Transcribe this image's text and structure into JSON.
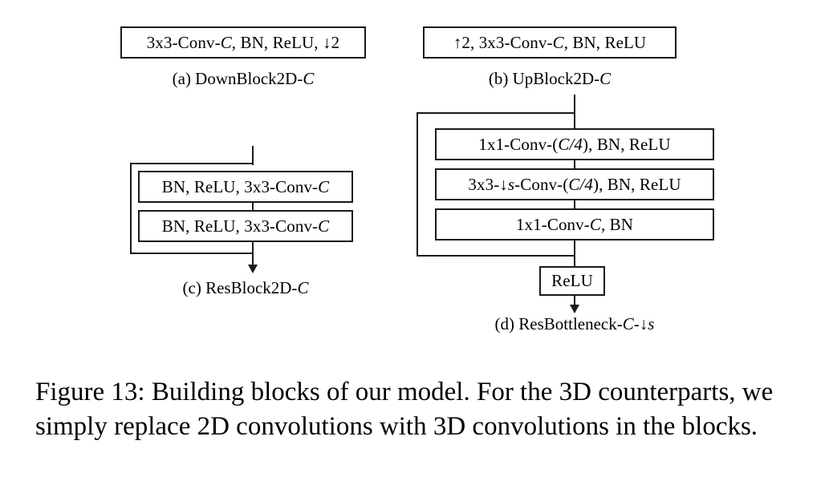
{
  "figure": {
    "caption": "Figure 13: Building blocks of our model. For the 3D counterparts, we simply replace 2D convolutions with 3D convolutions in the blocks."
  },
  "colors": {
    "line": "#1a1a1a",
    "background": "#ffffff",
    "text": "#000000"
  },
  "panels": {
    "a": {
      "label": "(a) DownBlock2D-C",
      "box_text": "3x3-Conv-C, BN, ReLU, ↓2"
    },
    "b": {
      "label": "(b) UpBlock2D-C",
      "box_text": "↑2, 3x3-Conv-C, BN, ReLU"
    },
    "c": {
      "label": "(c) ResBlock2D-C",
      "boxes": [
        "BN, ReLU, 3x3-Conv-C",
        "BN, ReLU, 3x3-Conv-C"
      ]
    },
    "d": {
      "label": "(d) ResBottleneck-C-↓s",
      "boxes": [
        "1x1-Conv-(C/4), BN, ReLU",
        "3x3-↓s-Conv-(C/4), BN, ReLU",
        "1x1-Conv-C, BN"
      ],
      "activation_box": "ReLU"
    }
  }
}
